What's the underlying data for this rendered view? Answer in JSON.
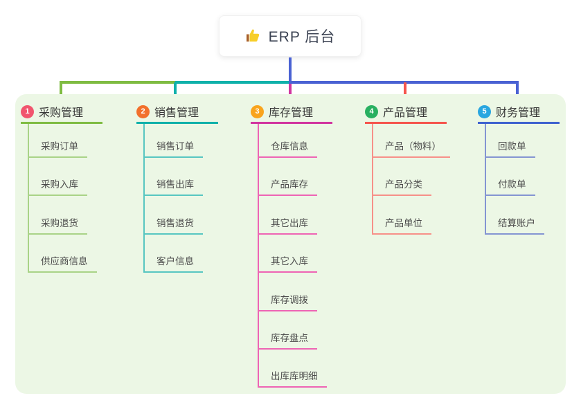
{
  "root": {
    "label": "ERP 后台",
    "icon": "thumbs-up"
  },
  "panel": {
    "bg_color": "#ecf7e5"
  },
  "connectors": {
    "root_color": "#4a62d3",
    "bus_green": "#7fbc42",
    "bus_teal": "#10b1aa",
    "bus_blue": "#4a62d3",
    "drop_magenta": "#d1359f",
    "drop_red": "#f5554d"
  },
  "branches": [
    {
      "badge": "1",
      "badge_color": "#f1556e",
      "line_color": "#7fbc42",
      "child_line_color": "#a9d387",
      "title": "采购管理",
      "children": [
        "采购订单",
        "采购入库",
        "采购退货",
        "供应商信息"
      ]
    },
    {
      "badge": "2",
      "badge_color": "#f2702c",
      "line_color": "#10b1aa",
      "child_line_color": "#57c6c1",
      "title": "销售管理",
      "children": [
        "销售订单",
        "销售出库",
        "销售退货",
        "客户信息"
      ]
    },
    {
      "badge": "3",
      "badge_color": "#f9a41d",
      "line_color": "#d1359f",
      "child_line_color": "#ee64b4",
      "title": "库存管理",
      "children": [
        "仓库信息",
        "产品库存",
        "其它出库",
        "其它入库",
        "库存调拨",
        "库存盘点",
        "出库库明细"
      ]
    },
    {
      "badge": "4",
      "badge_color": "#29b061",
      "line_color": "#f5554d",
      "child_line_color": "#f79089",
      "title": "产品管理",
      "children": [
        "产品（物料）",
        "产品分类",
        "产品单位"
      ]
    },
    {
      "badge": "5",
      "badge_color": "#29a6e0",
      "line_color": "#3e62cf",
      "child_line_color": "#8495d2",
      "title": "财务管理",
      "children": [
        "回款单",
        "付款单",
        "结算账户"
      ]
    }
  ]
}
